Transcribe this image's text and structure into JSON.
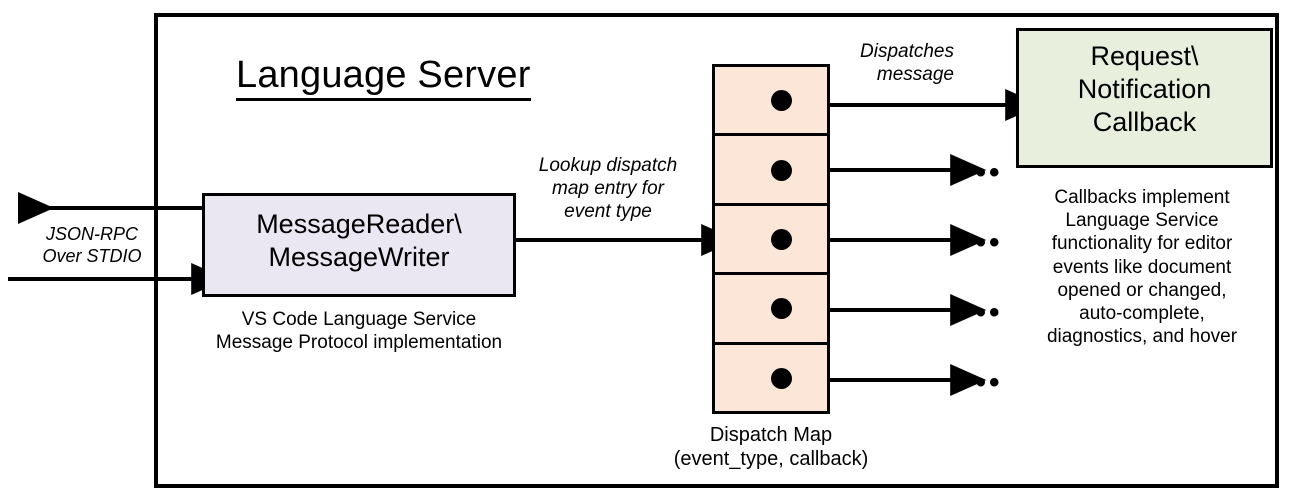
{
  "diagram": {
    "container": {
      "title": "Language Server"
    },
    "external_io": {
      "label_lines": [
        "JSON-RPC",
        "Over STDIO"
      ],
      "outbound_arrow_name": "json-rpc-outbound-arrow",
      "inbound_arrow_name": "json-rpc-inbound-arrow"
    },
    "reader_writer": {
      "title_lines": [
        "MessageReader\\",
        "MessageWriter"
      ],
      "caption_lines": [
        "VS Code Language Service",
        "Message Protocol implementation"
      ],
      "fill": "#ebe7f2"
    },
    "lookup_edge": {
      "label_lines": [
        "Lookup dispatch",
        "map entry for",
        "event type"
      ]
    },
    "dispatch_map": {
      "caption_lines": [
        "Dispatch Map",
        "(event_type, callback)"
      ],
      "fill": "#fbe6d7",
      "rows": [
        {
          "index": 1,
          "has_dot": true
        },
        {
          "index": 2,
          "has_dot": true
        },
        {
          "index": 3,
          "has_dot": true
        },
        {
          "index": 4,
          "has_dot": true
        },
        {
          "index": 5,
          "has_dot": true
        }
      ]
    },
    "dispatch_edge": {
      "label_lines": [
        "Dispatches",
        "message"
      ]
    },
    "callback": {
      "title_lines": [
        "Request\\",
        "Notification",
        "Callback"
      ],
      "caption_lines": [
        "Callbacks implement",
        "Language Service",
        "functionality for editor",
        "events like document",
        "opened or changed,",
        "auto-complete,",
        "diagnostics, and hover"
      ],
      "fill": "#e8efdd"
    },
    "ellipses": [
      {
        "index": 1,
        "text": "•••"
      },
      {
        "index": 2,
        "text": "•••"
      },
      {
        "index": 3,
        "text": "•••"
      },
      {
        "index": 4,
        "text": "•••"
      }
    ],
    "colors": {
      "stroke": "#000000",
      "background": "#ffffff"
    }
  }
}
